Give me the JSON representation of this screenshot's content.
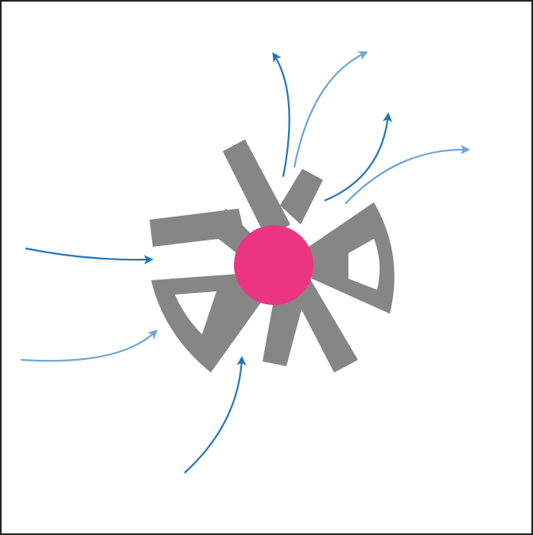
{
  "diagram": {
    "colors": {
      "frame": "#222222",
      "background": "#ffffff",
      "spokes": "#868686",
      "hub": "#ec3582",
      "arrow_dark": "#2376bd",
      "arrow_light": "#6da5d5"
    },
    "hub": {
      "name": "center-hub"
    },
    "spokes": [
      {
        "name": "spoke-left-forked",
        "shape": "forked"
      },
      {
        "name": "spoke-top-forked",
        "shape": "forked"
      },
      {
        "name": "spoke-right-fan-frame",
        "shape": "fan-frame"
      },
      {
        "name": "spoke-lower-left-fan-frame",
        "shape": "fan-frame"
      },
      {
        "name": "spoke-bottom-forked",
        "shape": "forked"
      }
    ],
    "arrows": {
      "incoming": [
        {
          "name": "incoming-arrow-left",
          "tone": "dark"
        },
        {
          "name": "incoming-arrow-lower-left",
          "tone": "light"
        },
        {
          "name": "incoming-arrow-bottom",
          "tone": "dark"
        }
      ],
      "outgoing": [
        {
          "name": "outgoing-arrow-top",
          "tone": "dark"
        },
        {
          "name": "outgoing-arrow-top-right",
          "tone": "light"
        },
        {
          "name": "outgoing-arrow-right-upper",
          "tone": "dark"
        },
        {
          "name": "outgoing-arrow-right",
          "tone": "light"
        }
      ]
    }
  }
}
